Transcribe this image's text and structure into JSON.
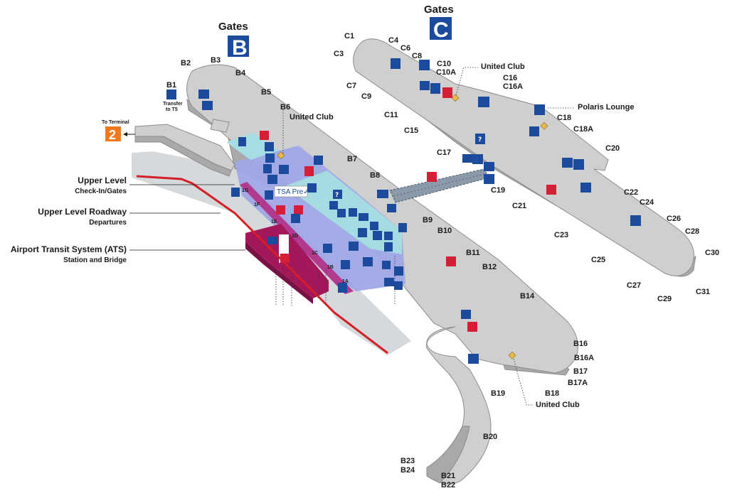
{
  "title": {
    "gates_b": "Gates",
    "gates_b_letter": "B",
    "gates_c": "Gates",
    "gates_c_letter": "C"
  },
  "terminal_link": {
    "caption": "To Terminal",
    "number": "2"
  },
  "transfer": {
    "line1": "Transfer",
    "line2": "to T5"
  },
  "legend": {
    "upper_level": "Upper Level",
    "upper_level_sub": "Check-In/Gates",
    "roadway": "Upper Level Roadway",
    "roadway_sub": "Departures",
    "ats": "Airport Transit System (ATS)",
    "ats_sub": "Station and Bridge"
  },
  "tsa": "TSA Pre✓",
  "lounges": {
    "united_club": "United Club",
    "polaris": "Polaris Lounge"
  },
  "gates_b": [
    "B1",
    "B2",
    "B3",
    "B4",
    "B5",
    "B6",
    "B7",
    "B8",
    "B9",
    "B10",
    "B11",
    "B12",
    "B14",
    "B16",
    "B16A",
    "B17",
    "B17A",
    "B18",
    "B19",
    "B20",
    "B21",
    "B22",
    "B23",
    "B24"
  ],
  "gates_c": [
    "C1",
    "C3",
    "C4",
    "C6",
    "C7",
    "C8",
    "C9",
    "C10",
    "C10A",
    "C11",
    "C15",
    "C16",
    "C16A",
    "C17",
    "C18",
    "C18A",
    "C19",
    "C20",
    "C21",
    "C22",
    "C23",
    "C24",
    "C25",
    "C26",
    "C27",
    "C28",
    "C29",
    "C30",
    "C31"
  ],
  "checkpoints": [
    "1G",
    "1F",
    "1E",
    "1D",
    "1C",
    "1B",
    "1A"
  ],
  "colors": {
    "concourse": "#cfcfcf",
    "concourse_edge": "#a9a9a9",
    "checkin": "#9fa8e6",
    "secure": "#a6dde2",
    "roadway": "#d6d9dc",
    "ats": "#a3185a",
    "ats_line": "#d41f26",
    "sign_blue": "#1c4a9c",
    "sign_red": "#d51f36",
    "terminal2": "#f07a1d",
    "lounge": "#e8b84a"
  },
  "icons": [
    "restroom-icon",
    "family-restroom-icon",
    "elevator-icon",
    "escalator-icon",
    "stairs-icon",
    "aed-icon",
    "info-icon",
    "pet-relief-icon",
    "atm-icon",
    "wheelchair-icon",
    "nursing-room-icon",
    "ats-train-icon"
  ]
}
